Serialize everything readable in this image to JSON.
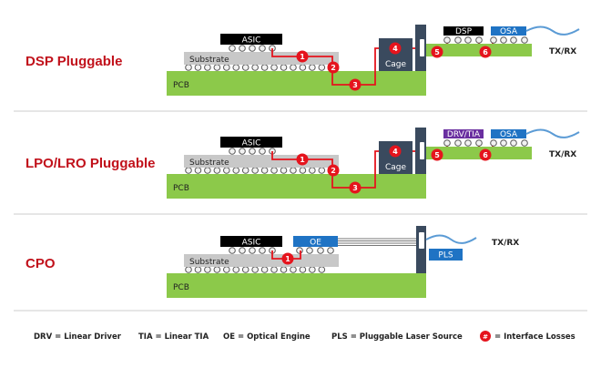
{
  "colors": {
    "title": "#c1111b",
    "pcb": "#8cc94a",
    "substrate": "#c8c8c8",
    "asic": "#000000",
    "cage": "#3a4a5e",
    "blue": "#1f73c4",
    "purple": "#6a2fa0",
    "loss": "#e5141d"
  },
  "rows": [
    {
      "title": "DSP Pluggable",
      "asic": "ASIC",
      "substrate": "Substrate",
      "pcb": "PCB",
      "cage": "Cage",
      "module_chip": "DSP",
      "osa": "OSA",
      "txrx": "TX/RX",
      "losses": [
        "1",
        "2",
        "3",
        "4",
        "5",
        "6"
      ]
    },
    {
      "title": "LPO/LRO Pluggable",
      "asic": "ASIC",
      "substrate": "Substrate",
      "pcb": "PCB",
      "cage": "Cage",
      "module_chip": "DRV/TIA",
      "osa": "OSA",
      "txrx": "TX/RX",
      "losses": [
        "1",
        "2",
        "3",
        "4",
        "5",
        "6"
      ]
    },
    {
      "title": "CPO",
      "asic": "ASIC",
      "substrate": "Substrate",
      "pcb": "PCB",
      "oe": "OE",
      "pls": "PLS",
      "txrx": "TX/RX",
      "losses": [
        "1"
      ]
    }
  ],
  "legend": {
    "drv": "DRV = Linear Driver",
    "tia": "TIA = Linear TIA",
    "oe": "OE = Optical Engine",
    "pls": "PLS = Pluggable Laser Source",
    "loss_symbol": "#",
    "loss": "= Interface Losses"
  }
}
